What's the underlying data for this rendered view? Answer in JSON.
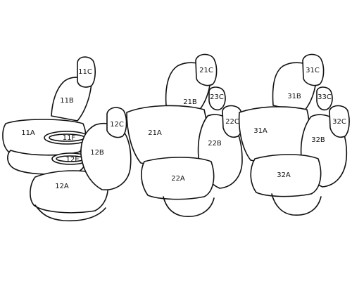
{
  "parts": {
    "p11C": "11C",
    "p11B": "11B",
    "p11A": "11A",
    "p11F": "11F",
    "p12E": "12E",
    "p12A": "12A",
    "p12B": "12B",
    "p12C": "12C",
    "p21C": "21C",
    "p21B": "21B",
    "p23C": "23C",
    "p22C": "22C",
    "p21A": "21A",
    "p22B": "22B",
    "p22A": "22A",
    "p31C": "31C",
    "p31B": "31B",
    "p33C": "33C",
    "p32C": "32C",
    "p31A": "31A",
    "p32B": "32B",
    "p32A": "32A"
  }
}
